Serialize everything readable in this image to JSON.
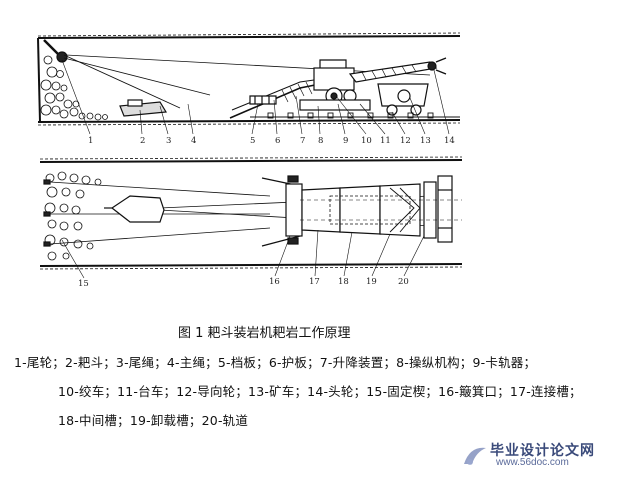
{
  "caption": "图 1   耙斗装岩机耙岩工作原理",
  "legend_lines": [
    "1-尾轮；2-耙斗；3-尾绳；4-主绳；5-档板；6-护板；7-升降装置；8-操纵机构；9-卡轨器；",
    "10-绞车；11-台车；12-导向轮；13-矿车；14-头轮；15-固定楔；16-簸箕口；17-连接槽；",
    "18-中间槽；19-卸载槽；20-轨道"
  ],
  "side_view_numbers": [
    "1",
    "2",
    "3",
    "4",
    "5",
    "6",
    "7",
    "8",
    "9",
    "10",
    "11",
    "12",
    "13",
    "14"
  ],
  "plan_view_numbers": [
    "15",
    "16",
    "17",
    "18",
    "19",
    "20"
  ],
  "watermark": {
    "text": "毕业设计论文网",
    "url": "www.56doc.com"
  }
}
